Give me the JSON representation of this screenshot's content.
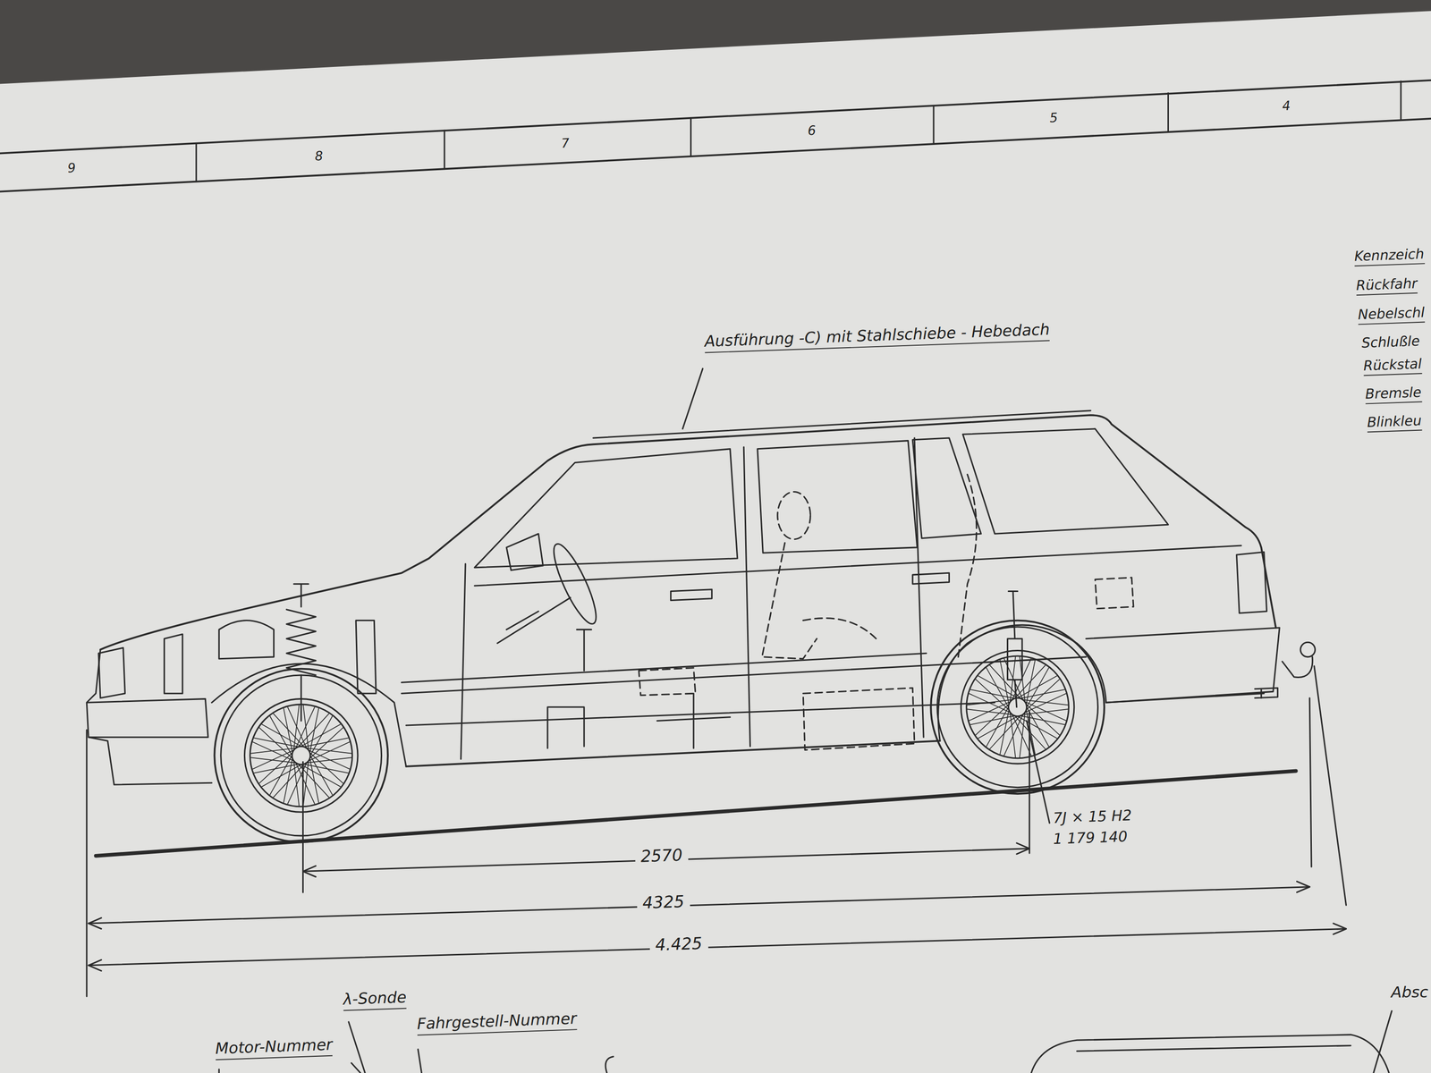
{
  "diagram": {
    "labels": [
      "9",
      "8",
      "7",
      "6",
      "5",
      "4",
      "Ausführung -C) mit Stahlschiebe - Hebedach",
      "Kennzeich",
      "Rückfahr",
      "Nebelschl",
      "Schlußle",
      "Rückstal",
      "Bremsle",
      "Blinkleu",
      "7J × 15 H2",
      "1 179 140",
      "2570",
      "4325",
      "4.425",
      "λ-Sonde",
      "Motor-Nummer",
      "Fahrgestell-Nummer",
      "Absc"
    ]
  }
}
